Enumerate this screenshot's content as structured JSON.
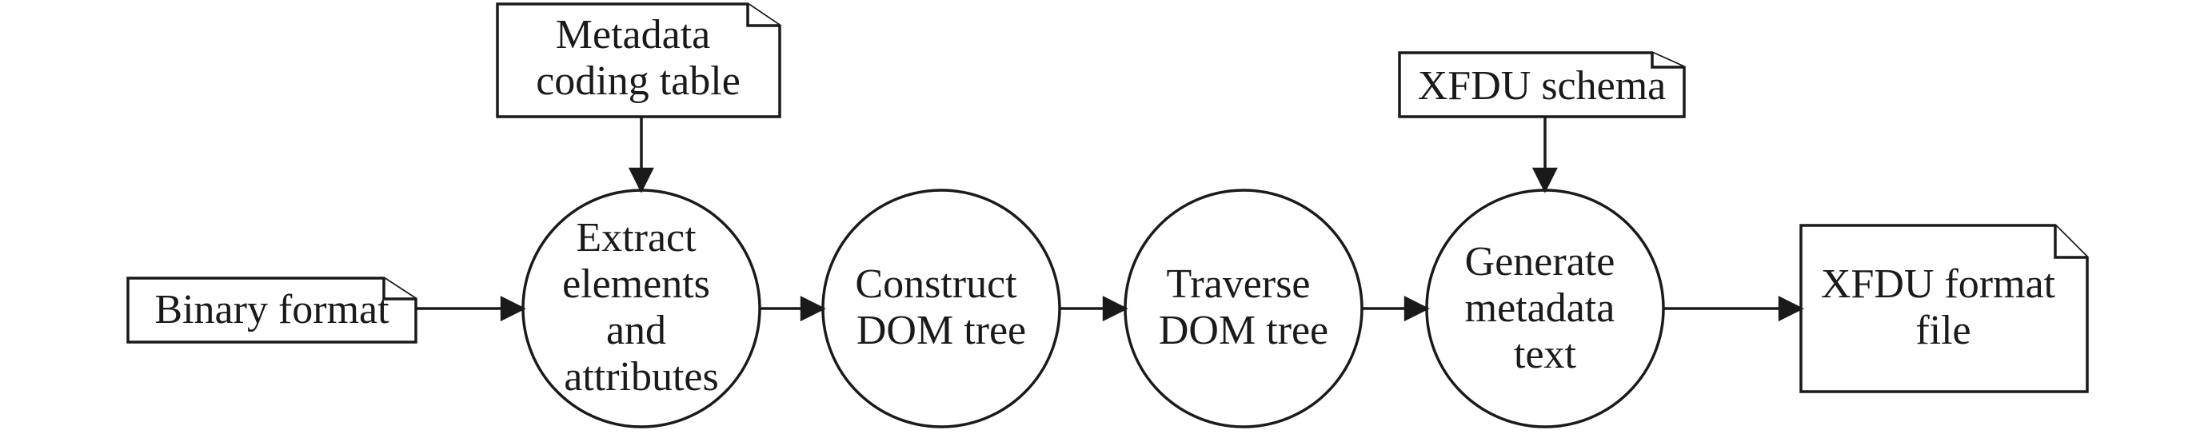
{
  "nodes": {
    "binary_format": {
      "lines": [
        "Binary format"
      ]
    },
    "metadata_coding_table": {
      "lines": [
        "Metadata",
        "coding table"
      ]
    },
    "extract_elements": {
      "lines": [
        "Extract",
        "elements",
        "and",
        "attributes"
      ]
    },
    "construct_dom": {
      "lines": [
        "Construct",
        "DOM tree"
      ]
    },
    "traverse_dom": {
      "lines": [
        "Traverse",
        "DOM tree"
      ]
    },
    "xfdu_schema": {
      "lines": [
        "XFDU schema"
      ]
    },
    "generate_metadata": {
      "lines": [
        "Generate",
        "metadata",
        "text"
      ]
    },
    "xfdu_format_file": {
      "lines": [
        "XFDU format",
        "file"
      ]
    }
  },
  "colors": {
    "stroke": "#1a1a1a",
    "fill": "#ffffff"
  }
}
